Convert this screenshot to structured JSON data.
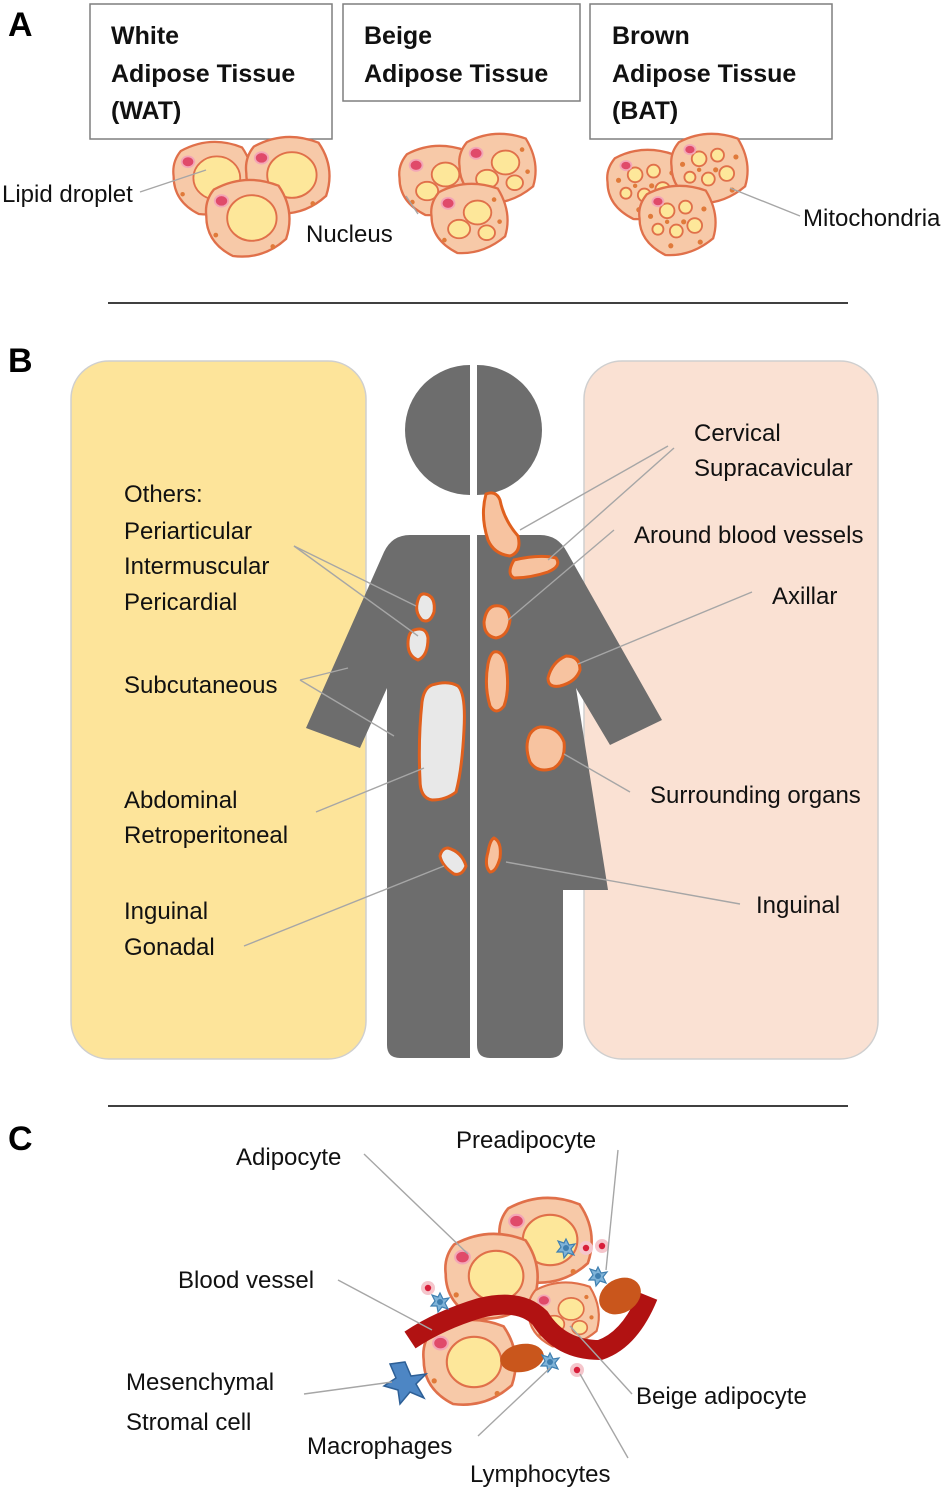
{
  "panel_a": {
    "letter": "A",
    "boxes": [
      {
        "lines": [
          "White",
          "Adipose Tissue",
          "(WAT)"
        ]
      },
      {
        "lines": [
          "Beige",
          "Adipose Tissue"
        ]
      },
      {
        "lines": [
          "Brown",
          "Adipose Tissue",
          "(BAT)"
        ]
      }
    ],
    "labels": {
      "lipid_droplet": "Lipid droplet",
      "nucleus": "Nucleus",
      "mitochondria": "Mitochondria"
    }
  },
  "panel_b": {
    "letter": "B",
    "white_labels": {
      "others": [
        "Others:",
        "Periarticular",
        "Intermuscular",
        "Pericardial"
      ],
      "subcutaneous": "Subcutaneous",
      "abdominal": [
        "Abdominal",
        "Retroperitoneal"
      ],
      "inguinal_gonadal": [
        "Inguinal",
        "Gonadal"
      ]
    },
    "brown_labels": {
      "cervical": [
        "Cervical",
        "Supracavicular"
      ],
      "blood_vessels": "Around blood vessels",
      "axillar": "Axillar",
      "organs": "Surrounding organs",
      "inguinal": "Inguinal"
    },
    "colors": {
      "white_panel": "#fde49a",
      "brown_panel": "#fae1d3",
      "body": "#6d6d6d",
      "white_fat": "#e8e8e8",
      "brown_fat": "#f7c3a0"
    }
  },
  "panel_c": {
    "letter": "C",
    "labels": {
      "adipocyte": "Adipocyte",
      "preadipocyte": "Preadipocyte",
      "blood_vessel": "Blood vessel",
      "mesenchymal": [
        "Mesenchymal",
        "Stromal cell"
      ],
      "macrophages": "Macrophages",
      "lymphocytes": "Lymphocytes",
      "beige_adipocyte": "Beige adipocyte"
    }
  }
}
